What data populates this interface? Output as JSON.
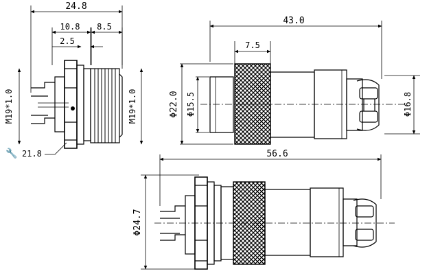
{
  "views": {
    "front": {
      "dim_overall": "24.8",
      "dim_body": "10.8",
      "dim_thread": "8.5",
      "dim_flange": "2.5",
      "thread_left": "M19*1.0",
      "thread_right": "M19*1.0",
      "wrench": "21.8"
    },
    "plug": {
      "dim_length": "43.0",
      "dim_knurl": "7.5",
      "dia_outer": "Φ22.0",
      "dia_inner": "Φ15.5",
      "dia_tail": "Φ16.8"
    },
    "assembly": {
      "dim_length": "56.6",
      "dia_outer": "Φ24.7"
    }
  }
}
